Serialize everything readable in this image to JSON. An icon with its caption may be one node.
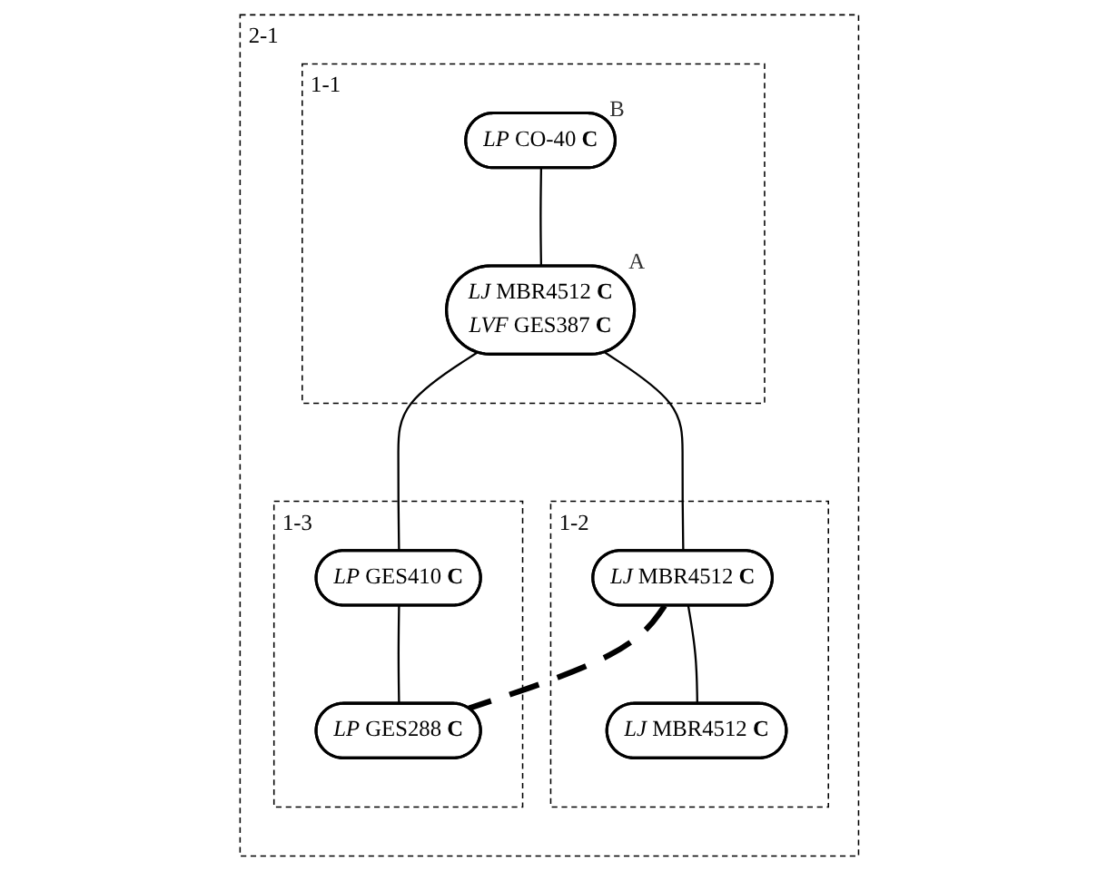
{
  "diagram": {
    "nodes": [
      {
        "text": [
          "2-1"
        ]
      },
      {
        "text": [
          "1-1"
        ],
        "in": 0
      },
      {
        "text": [
          "*LP* CO-40 **C**"
        ],
        "in": 1,
        "beside": [
          "B"
        ]
      },
      {
        "text": [
          "*LJ* MBR4512 **C**",
          "*LVF* GES387 **C**"
        ],
        "in": 1,
        "beside": [
          "A"
        ]
      },
      {
        "text": [
          "1-2"
        ],
        "in": 0
      },
      {
        "text": [
          "*LJ* MBR4512 **C**"
        ],
        "in": 4
      },
      {
        "text": [
          "*LJ* MBR4512 **C**"
        ],
        "in": 4
      },
      {
        "text": [
          "1-3"
        ],
        "in": 0
      },
      {
        "text": [
          "*LP* GES410 **C**"
        ],
        "in": 7
      },
      {
        "text": [
          "*LP* GES288 **C**"
        ],
        "in": 7
      }
    ],
    "edges": [
      {
        "from": 2,
        "to": 3,
        "arrow": "none"
      },
      {
        "from": 3,
        "to": 5,
        "arrow": "none"
      },
      {
        "from": 3,
        "to": 8,
        "arrow": "none"
      },
      {
        "from": 5,
        "to": 6,
        "arrow": "none"
      },
      {
        "from": 8,
        "to": 9,
        "arrow": "none"
      },
      {
        "from": 5,
        "to": 9,
        "arrow": "none",
        "style": "dashed"
      }
    ]
  }
}
